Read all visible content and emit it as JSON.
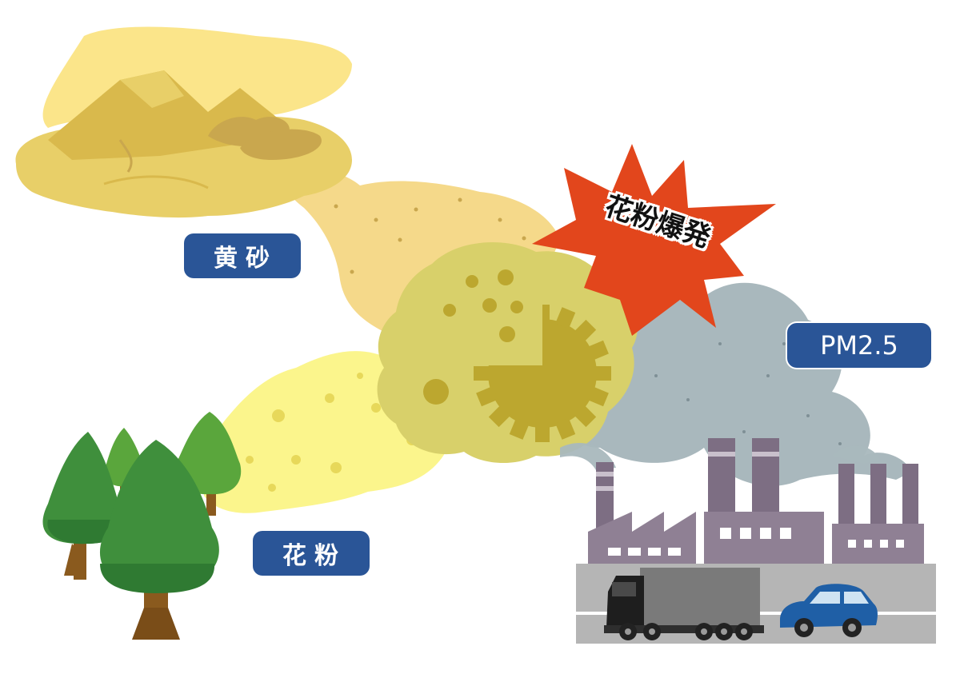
{
  "labels": {
    "kosa": "黄砂",
    "kafun": "花粉",
    "pm25": "PM2.5",
    "burst": "花粉爆発"
  },
  "colors": {
    "label_bg": "#2a5597",
    "burst": "#e2461c",
    "sand": "#e8cf68",
    "sand_cloud": "#f5d98a",
    "pollen_cloud": "#fbf58c",
    "mixed_cloud": "#d8d06a",
    "smog": "#a9b8bd",
    "factory": "#8f8094",
    "tree": "#3f8f3c"
  },
  "icons": [
    "desert-icon",
    "forest-icon",
    "factory-icon",
    "truck-icon",
    "car-icon",
    "pollen-particle-icon",
    "explosion-burst-icon"
  ]
}
